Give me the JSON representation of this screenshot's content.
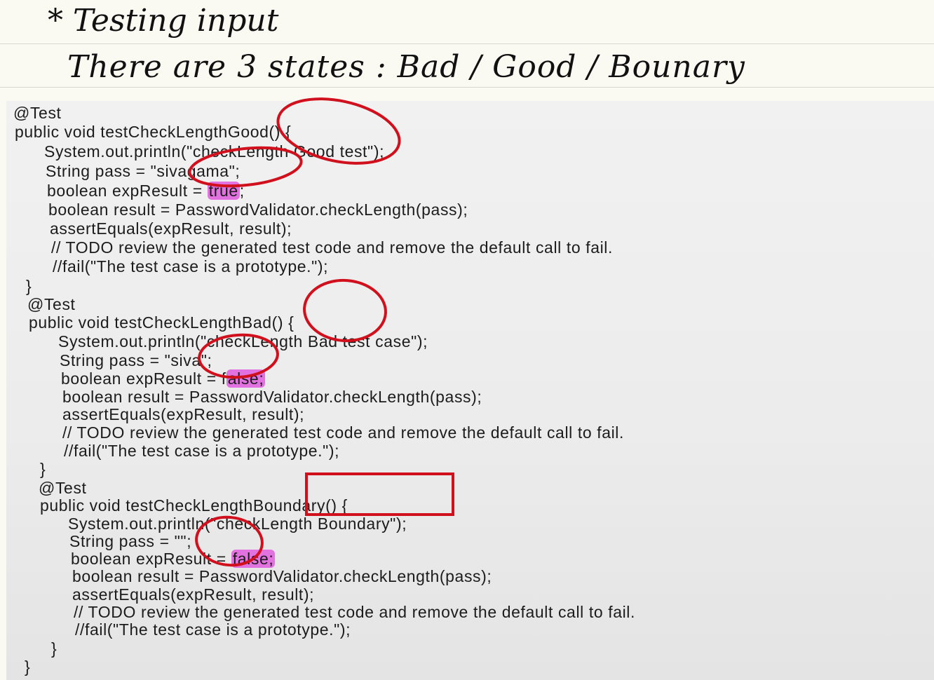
{
  "notes": {
    "title": "* Testing input",
    "subtitle": "There are 3 states : Bad / Good / Bounary"
  },
  "code_lines": [
    {
      "before": "@Test",
      "highlight": "",
      "after": ""
    },
    {
      "before": "public void testCheckLengthGood() {",
      "highlight": "",
      "after": ""
    },
    {
      "before": "System.out.println(\"checkLength Good test\");",
      "highlight": "",
      "after": ""
    },
    {
      "before": "String pass = \"sivagama\";",
      "highlight": "",
      "after": ""
    },
    {
      "before": "boolean expResult = ",
      "highlight": "true",
      "after": ";"
    },
    {
      "before": "boolean result = PasswordValidator.checkLength(pass);",
      "highlight": "",
      "after": ""
    },
    {
      "before": "assertEquals(expResult, result);",
      "highlight": "",
      "after": ""
    },
    {
      "before": "// TODO review the generated test code and remove the default call to fail.",
      "highlight": "",
      "after": ""
    },
    {
      "before": "//fail(\"The test case is a prototype.\");",
      "highlight": "",
      "after": ""
    },
    {
      "before": "}",
      "highlight": "",
      "after": ""
    },
    {
      "before": "@Test",
      "highlight": "",
      "after": ""
    },
    {
      "before": "public void testCheckLengthBad() {",
      "highlight": "",
      "after": ""
    },
    {
      "before": "System.out.println(\"checkLength Bad test case\");",
      "highlight": "",
      "after": ""
    },
    {
      "before": "String pass = \"siva\";",
      "highlight": "",
      "after": ""
    },
    {
      "before": "boolean expResult = f",
      "highlight": "alse;",
      "after": ""
    },
    {
      "before": "boolean result = PasswordValidator.checkLength(pass);",
      "highlight": "",
      "after": ""
    },
    {
      "before": "assertEquals(expResult, result);",
      "highlight": "",
      "after": ""
    },
    {
      "before": "// TODO review the generated test code and remove the default call to fail.",
      "highlight": "",
      "after": ""
    },
    {
      "before": "//fail(\"The test case is a prototype.\");",
      "highlight": "",
      "after": ""
    },
    {
      "before": "}",
      "highlight": "",
      "after": ""
    },
    {
      "before": "@Test",
      "highlight": "",
      "after": ""
    },
    {
      "before": "public void testCheckLengthBoundary() {",
      "highlight": "",
      "after": ""
    },
    {
      "before": "System.out.println(\"checkLength Boundary\");",
      "highlight": "",
      "after": ""
    },
    {
      "before": "String pass = \"\";",
      "highlight": "",
      "after": ""
    },
    {
      "before": "boolean expResult = ",
      "highlight": "false;",
      "after": ""
    },
    {
      "before": "boolean result = PasswordValidator.checkLength(pass);",
      "highlight": "",
      "after": ""
    },
    {
      "before": "assertEquals(expResult, result);",
      "highlight": "",
      "after": ""
    },
    {
      "before": "// TODO review the generated test code and remove the default call to fail.",
      "highlight": "",
      "after": ""
    },
    {
      "before": "//fail(\"The test case is a prototype.\");",
      "highlight": "",
      "after": ""
    },
    {
      "before": "}",
      "highlight": "",
      "after": ""
    },
    {
      "before": "}",
      "highlight": "",
      "after": ""
    }
  ],
  "colors": {
    "annotation_red": "#d0101c",
    "highlight_pink": "#e272e0",
    "ink": "#111111"
  }
}
